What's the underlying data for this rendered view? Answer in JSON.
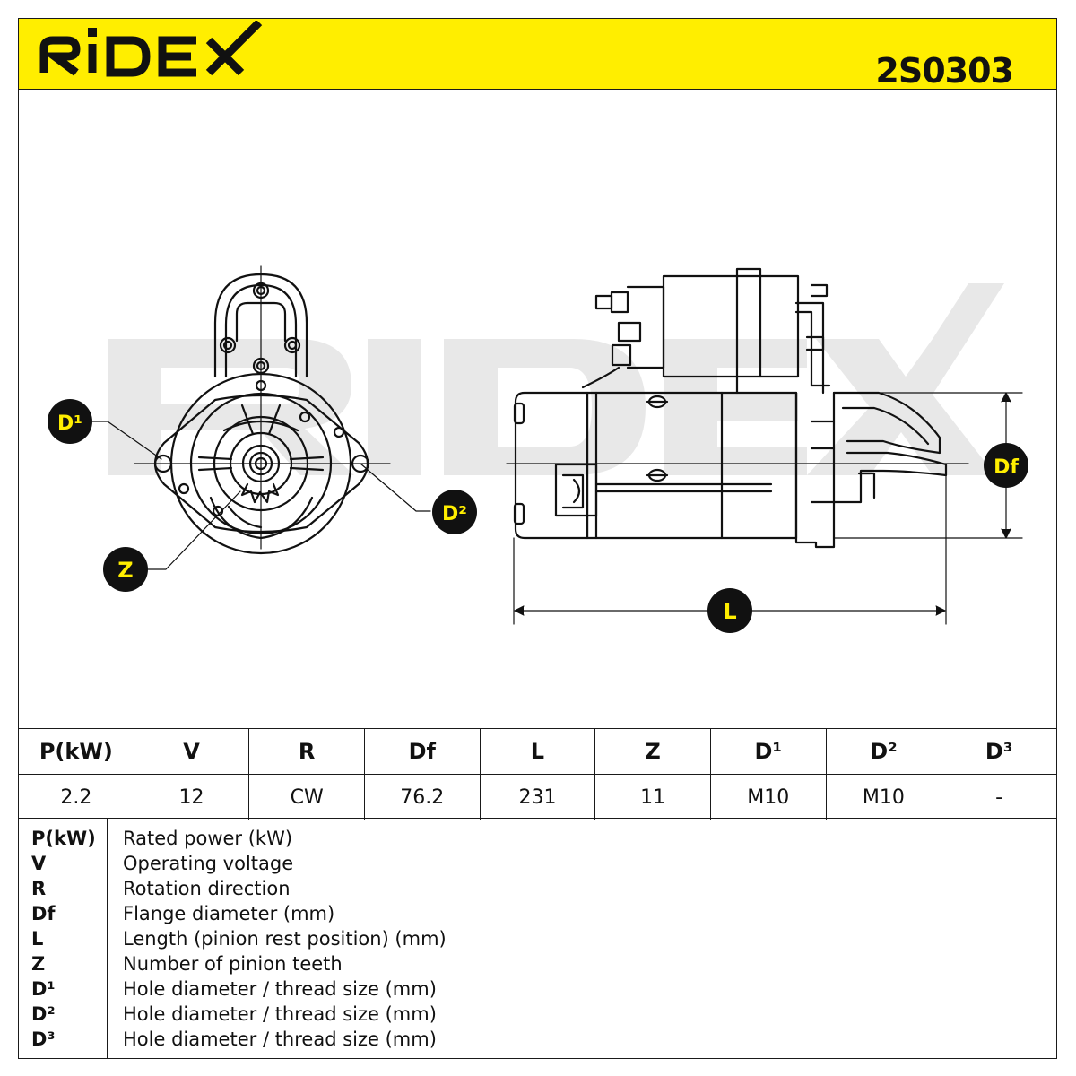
{
  "header": {
    "brand": "RIDEX",
    "part_number": "2S0303"
  },
  "diagram": {
    "labels": {
      "d1": "D¹",
      "d2": "D²",
      "z": "Z",
      "df": "Df",
      "l": "L"
    },
    "watermark": "RIDEX",
    "colors": {
      "header_bg": "#ffee00",
      "badge_bg": "#111111",
      "badge_text": "#ffee00",
      "watermark": "#e6e6e6"
    }
  },
  "spec_table": {
    "headers": [
      "P(kW)",
      "V",
      "R",
      "Df",
      "L",
      "Z",
      "D¹",
      "D²",
      "D³"
    ],
    "values": [
      "2.2",
      "12",
      "CW",
      "76.2",
      "231",
      "11",
      "M10",
      "M10",
      "-"
    ]
  },
  "legend": [
    {
      "symbol": "P(kW)",
      "description": "Rated power (kW)"
    },
    {
      "symbol": "V",
      "description": "Operating voltage"
    },
    {
      "symbol": "R",
      "description": "Rotation direction"
    },
    {
      "symbol": "Df",
      "description": "Flange diameter (mm)"
    },
    {
      "symbol": "L",
      "description": "Length (pinion rest position) (mm)"
    },
    {
      "symbol": "Z",
      "description": "Number of pinion teeth"
    },
    {
      "symbol": "D¹",
      "description": "Hole diameter / thread size (mm)"
    },
    {
      "symbol": "D²",
      "description": "Hole diameter / thread size (mm)"
    },
    {
      "symbol": "D³",
      "description": "Hole diameter / thread size (mm)"
    }
  ]
}
